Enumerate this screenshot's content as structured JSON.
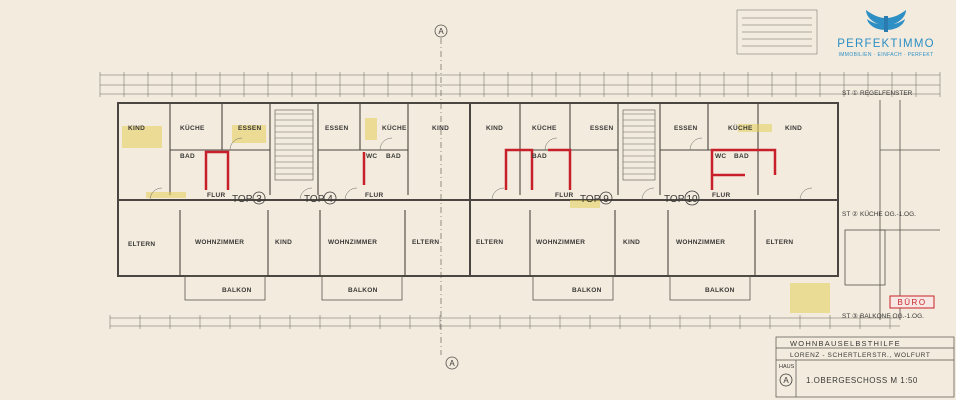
{
  "brand": {
    "name": "PERFEKTIMMO",
    "tagline": "IMMOBILIEN · EINFACH · PERFEKT",
    "color": "#2d8fc4"
  },
  "axis_marker": "A",
  "units": [
    {
      "label": "TOP",
      "number": "3"
    },
    {
      "label": "TOP",
      "number": "4"
    },
    {
      "label": "TOP",
      "number": "9"
    },
    {
      "label": "TOP",
      "number": "10"
    }
  ],
  "rooms": {
    "kind": "KIND",
    "kueche": "KÜCHE",
    "essen": "ESSEN",
    "bad": "BAD",
    "wc": "WC",
    "flur": "FLUR",
    "eltern": "ELTERN",
    "wohnzimmer": "WOHNZIMMER",
    "balkon": "BALKON"
  },
  "side_notes": {
    "regelfenster": "REGELFENSTER",
    "kueche_og": "KÜCHE  OG.-1.OG.",
    "balkone_og": "BALKONE  OG.-1.OG.",
    "st1": "ST ①",
    "st2": "ST ②",
    "st3": "ST ③"
  },
  "stamp": "BÜRO",
  "title_block": {
    "line1": "WOHNBAUSELBSTHILFE",
    "line2": "LORENZ - SCHERTLERSTR., WOLFURT",
    "haus_label": "HAUS",
    "haus_letter": "A",
    "sheet_title": "1.OBERGESCHOSS  M 1:50"
  },
  "colors": {
    "paper": "#f4eee4",
    "line": "#55504a",
    "red": "#c8202a",
    "yellow": "#e6cf5a"
  }
}
